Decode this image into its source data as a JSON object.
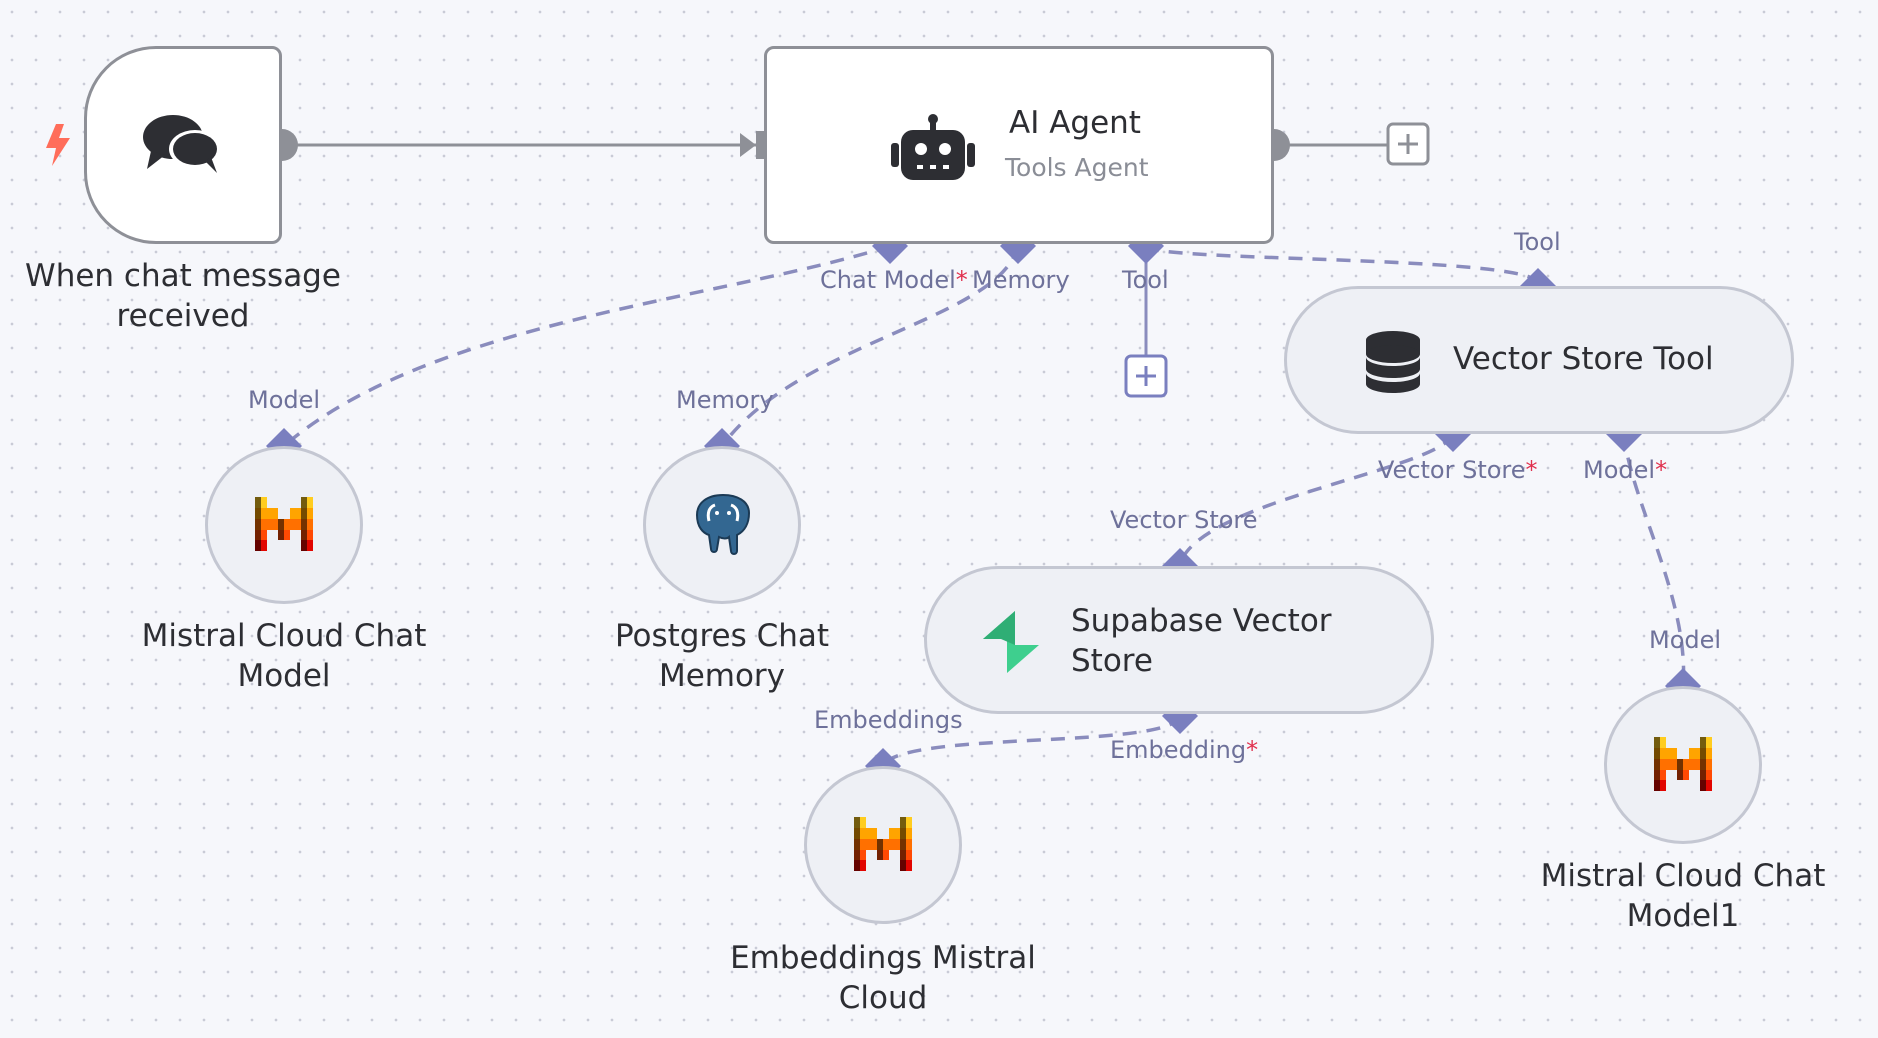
{
  "nodes": {
    "trigger": {
      "title": "When chat message received",
      "icon": "chat-bubbles-icon",
      "badge_icon": "lightning-icon"
    },
    "agent": {
      "title": "AI Agent",
      "subtitle": "Tools Agent",
      "icon": "robot-icon"
    },
    "vector_store_tool": {
      "title": "Vector Store Tool",
      "icon": "database-icon"
    },
    "mistral_chat": {
      "title": "Mistral Cloud Chat Model",
      "icon": "mistral-logo-icon"
    },
    "postgres_memory": {
      "title": "Postgres Chat Memory",
      "icon": "postgres-elephant-icon"
    },
    "supabase": {
      "title": "Supabase Vector Store",
      "icon": "supabase-logo-icon"
    },
    "embeddings": {
      "title": "Embeddings Mistral Cloud",
      "icon": "mistral-logo-icon"
    },
    "mistral_chat1": {
      "title": "Mistral Cloud Chat Model1",
      "icon": "mistral-logo-icon"
    }
  },
  "ports": {
    "agent_chat_model": "Chat Model",
    "agent_memory": "Memory",
    "agent_tool": "Tool",
    "tool_in": "Tool",
    "model_in": "Model",
    "memory_in": "Memory",
    "vector_store_out": "Vector Store",
    "vstore_model_out": "Model",
    "vector_store_in": "Vector Store",
    "model1_in": "Model",
    "embedding_out": "Embedding",
    "embeddings_in": "Embeddings",
    "required_mark": "*"
  },
  "colors": {
    "accent_port": "#7a7fbf",
    "connection": "#8a8cbd",
    "main_wire": "#8e9097",
    "trigger_badge": "#ff6d5a",
    "supabase_green": "#3ecf8e"
  }
}
